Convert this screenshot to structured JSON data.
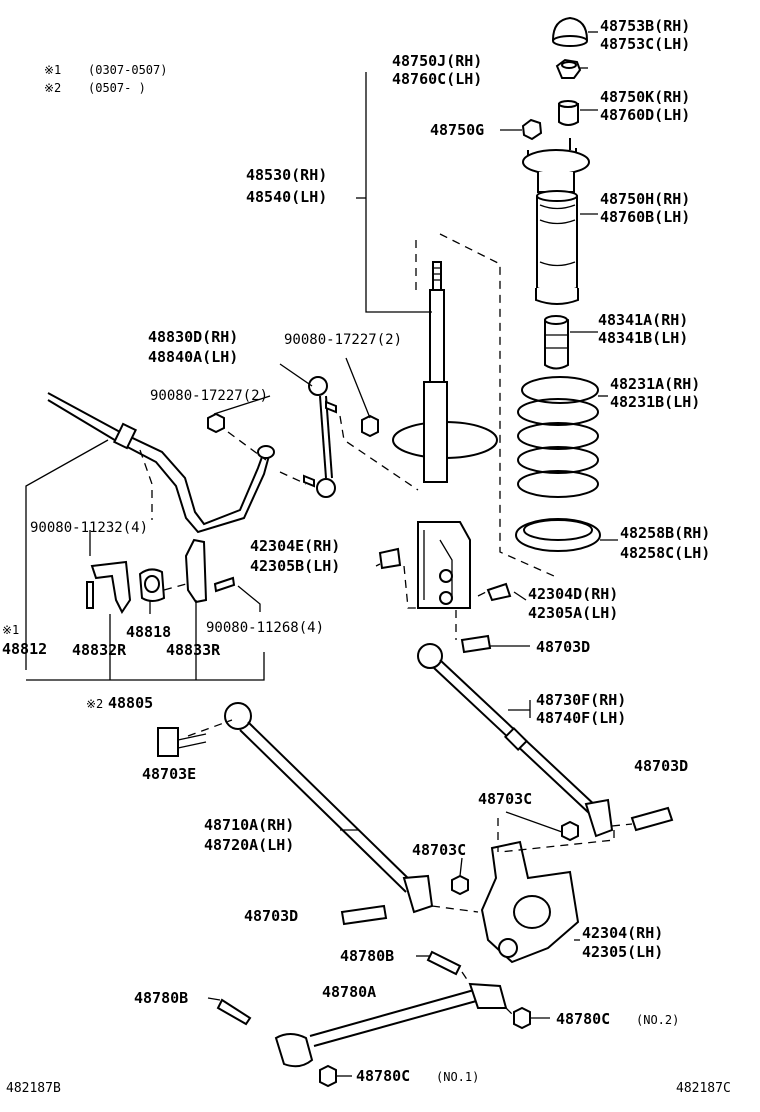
{
  "notes": {
    "n1_mark": "※1",
    "n1_range": "(0307-0507)",
    "n2_mark": "※2",
    "n2_range": "(0507-      )"
  },
  "labels": {
    "l48753b": "48753B(RH)",
    "l48753c": "48753C(LH)",
    "l48750j": "48750J(RH)",
    "l48760c": "48760C(LH)",
    "l48750k": "48750K(RH)",
    "l48760d": "48760D(LH)",
    "l48750g": "48750G",
    "l48530": "48530(RH)",
    "l48540": "48540(LH)",
    "l48750h": "48750H(RH)",
    "l48760b": "48760B(LH)",
    "l48341a": "48341A(RH)",
    "l48341b": "48341B(LH)",
    "l48830d": "48830D(RH)",
    "l48840a": "48840A(LH)",
    "l90080_17227_a": "90080-17227(2)",
    "l90080_17227_b": "90080-17227(2)",
    "l48231a": "48231A(RH)",
    "l48231b": "48231B(LH)",
    "l90080_11232": "90080-11232(4)",
    "l48258b": "48258B(RH)",
    "l48258c": "48258C(LH)",
    "l42304e": "42304E(RH)",
    "l42305b": "42305B(LH)",
    "l42304d": "42304D(RH)",
    "l42305a": "42305A(LH)",
    "l48818": "48818",
    "l90080_11268": "90080-11268(4)",
    "l48812_mark": "※1",
    "l48812": "48812",
    "l48832r": "48832R",
    "l48833r": "48833R",
    "l48703d_a": "48703D",
    "l48805_mark": "※2",
    "l48805": "48805",
    "l48730f": "48730F(RH)",
    "l48740f": "48740F(LH)",
    "l48703e": "48703E",
    "l48703d_b": "48703D",
    "l48703c_a": "48703C",
    "l48710a": "48710A(RH)",
    "l48720a": "48720A(LH)",
    "l48703c_b": "48703C",
    "l48703d_c": "48703D",
    "l42304": "42304(RH)",
    "l42305": "42305(LH)",
    "l48780b_a": "48780B",
    "l48780b_b": "48780B",
    "l48780a": "48780A",
    "l48780c_2": "48780C",
    "l48780c_2_note": "(NO.2)",
    "l48780c_1": "48780C",
    "l48780c_1_note": "(NO.1)"
  },
  "footer": {
    "left_code": "482187B",
    "right_code": "482187C"
  }
}
